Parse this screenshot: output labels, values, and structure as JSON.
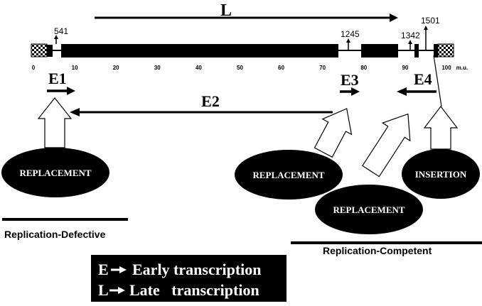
{
  "transcripts": {
    "late": "L",
    "e1": "E1",
    "e2": "E2",
    "e3": "E3",
    "e4": "E4"
  },
  "positions": {
    "p541": "541",
    "p1245": "1245",
    "p1342": "1342",
    "p1501": "1501"
  },
  "scale": {
    "ticks": [
      "0",
      "10",
      "20",
      "30",
      "40",
      "50",
      "60",
      "70",
      "80",
      "90",
      "100"
    ],
    "unit": "m.u.",
    "highlight_tick": "40",
    "highlight_color": "#00008b"
  },
  "modifications": {
    "e1_replacement": "REPLACEMENT",
    "e3_replacement": "REPLACEMENT",
    "e4_replacement": "REPLACEMENT",
    "e4_insertion": "INSERTION"
  },
  "groups": {
    "defective": "Replication-Defective",
    "competent": "Replication-Competent"
  },
  "legend": {
    "early_letter": "E",
    "early_text": "Early transcription",
    "late_letter": "L",
    "late_text": "Late   transcription"
  },
  "colors": {
    "ink": "#000000",
    "paper": "#ffffff"
  }
}
